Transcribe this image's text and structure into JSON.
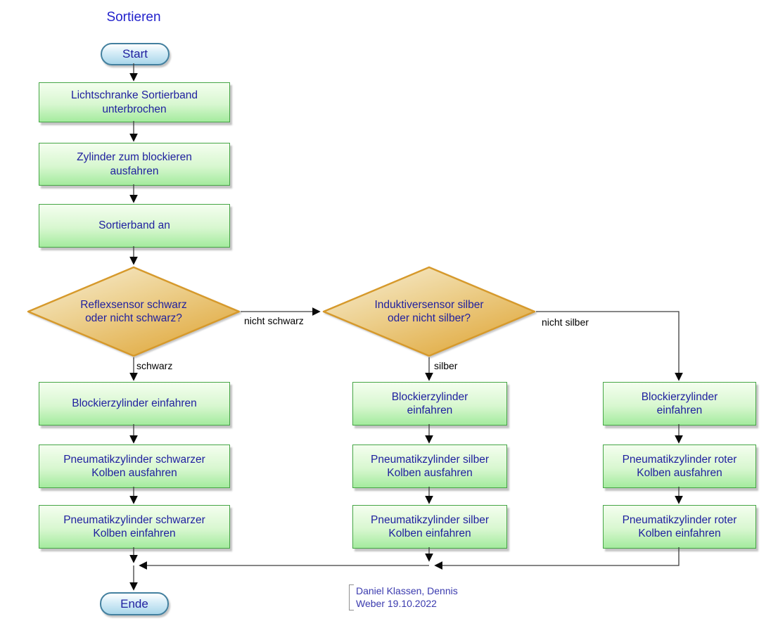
{
  "title": "Sortieren",
  "terminals": {
    "start": "Start",
    "end": "Ende"
  },
  "steps": {
    "s1": "Lichtschranke Sortierband\nunterbrochen",
    "s2": "Zylinder zum blockieren\nausfahren",
    "s3": "Sortierband an"
  },
  "decisions": {
    "d1": {
      "label": "Reflexsensor schwarz\noder nicht schwarz?",
      "branch_down": "schwarz",
      "branch_right": "nicht schwarz"
    },
    "d2": {
      "label": "Induktiversensor silber\noder nicht silber?",
      "branch_down": "silber",
      "branch_right": "nicht silber"
    }
  },
  "branches": {
    "schwarz": [
      "Blockierzylinder einfahren",
      "Pneumatikzylinder schwarzer\nKolben ausfahren",
      "Pneumatikzylinder schwarzer\nKolben einfahren"
    ],
    "silber": [
      "Blockierzylinder\neinfahren",
      "Pneumatikzylinder silber\nKolben ausfahren",
      "Pneumatikzylinder silber\nKolben einfahren"
    ],
    "rot": [
      "Blockierzylinder\neinfahren",
      "Pneumatikzylinder roter\nKolben ausfahren",
      "Pneumatikzylinder roter\nKolben einfahren"
    ]
  },
  "footer": {
    "credit": "Daniel Klassen, Dennis\nWeber 19.10.2022"
  },
  "colors": {
    "process_fill_top": "#f4feef",
    "process_fill_bottom": "#a4eb9e",
    "process_border": "#45a545",
    "decision_fill_light": "#f6ecd2",
    "decision_fill_dark": "#e2aa3e",
    "decision_border": "#d6992b",
    "terminal_fill_top": "#ffffff",
    "terminal_fill_bottom": "#a9d6ea",
    "terminal_border": "#43809f",
    "node_text": "#1f1f9f",
    "title_text": "#2222cc",
    "edge_label_text": "#000000",
    "credit_text": "#3a3aae",
    "connector": "#3d3d3d"
  }
}
